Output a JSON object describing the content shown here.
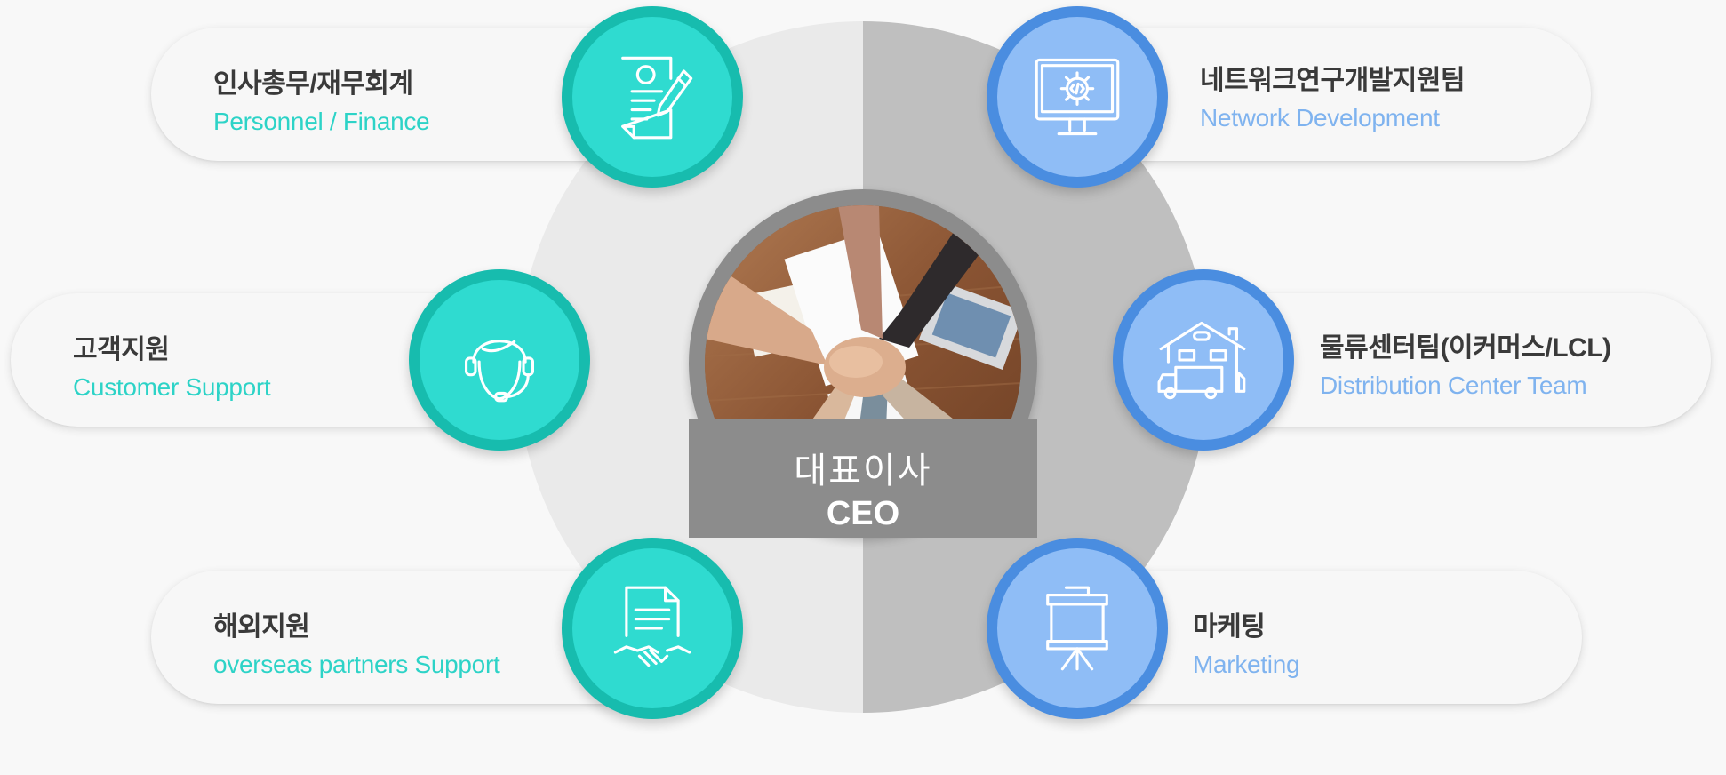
{
  "center": {
    "title_kr": "대표이사",
    "title_en": "CEO",
    "photo_icon": "team-hands-stacked-photo"
  },
  "departments_left": [
    {
      "name_kr": "인사총무/재무회계",
      "name_en": "Personnel / Finance",
      "icon": "document-pen-icon",
      "color": "#2fdbd0"
    },
    {
      "name_kr": "고객지원",
      "name_en": "Customer Support",
      "icon": "headset-agent-icon",
      "color": "#2fdbd0"
    },
    {
      "name_kr": "해외지원",
      "name_en": "overseas partners Support",
      "icon": "document-handshake-icon",
      "color": "#2fdbd0"
    }
  ],
  "departments_right": [
    {
      "name_kr": "네트워크연구개발지원팀",
      "name_en": "Network Development",
      "icon": "monitor-code-gear-icon",
      "color": "#8fbdf6"
    },
    {
      "name_kr": "물류센터팀(이커머스/LCL)",
      "name_en": "Distribution Center Team",
      "icon": "warehouse-truck-icon",
      "color": "#8fbdf6"
    },
    {
      "name_kr": "마케팅",
      "name_en": "Marketing",
      "icon": "presentation-easel-icon",
      "color": "#8fbdf6"
    }
  ],
  "colors": {
    "teal": "#2fdbd0",
    "teal_ring": "#17bcae",
    "blue": "#8fbdf6",
    "blue_ring": "#4a8de0",
    "center_left": "#eaeaea",
    "center_right": "#bfbfbf",
    "ceo_band": "#8c8c8c"
  }
}
